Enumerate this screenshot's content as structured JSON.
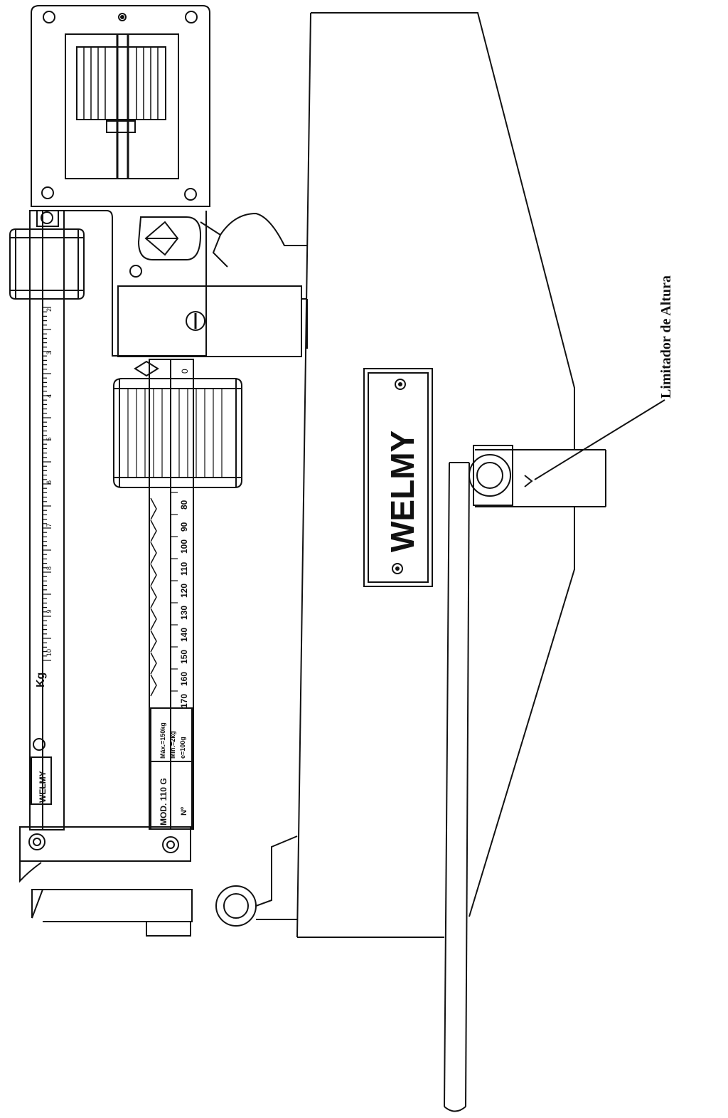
{
  "callout": {
    "label": "Limitador de Altura"
  },
  "brand": {
    "logo_text": "WELMY"
  },
  "upper_beam": {
    "unit": "Kg",
    "tick_numbers": [
      "2",
      "3",
      "4",
      "5",
      "6",
      "7",
      "8",
      "9",
      "10"
    ],
    "zero_mark": "0"
  },
  "lower_beam": {
    "tick_numbers": [
      "80",
      "90",
      "100",
      "110",
      "120",
      "130",
      "140",
      "150",
      "160",
      "170"
    ]
  },
  "plate": {
    "model": "MOD. 110 G",
    "max": "Máx.=150kg",
    "min": "Mín.=2kg",
    "division": "e=100g",
    "serial_label": "Nº"
  },
  "colors": {
    "ink": "#111111",
    "paper": "#ffffff"
  }
}
